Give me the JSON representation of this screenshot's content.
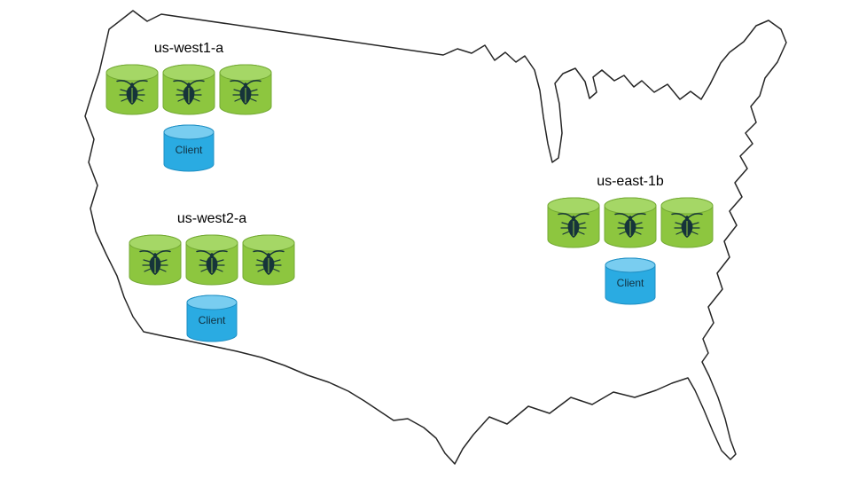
{
  "diagram": {
    "map_name": "united-states-outline",
    "regions": [
      {
        "label": "us-west1-a",
        "node_count": 3,
        "client_label": "Client"
      },
      {
        "label": "us-west2-a",
        "node_count": 3,
        "client_label": "Client"
      },
      {
        "label": "us-east-1b",
        "node_count": 3,
        "client_label": "Client"
      }
    ]
  },
  "icons": {
    "node": "cockroachdb-bug-icon",
    "node_shape": "database-cylinder",
    "client_shape": "database-cylinder"
  },
  "colors": {
    "node_green": "#8dc63f",
    "node_green_top": "#a5d766",
    "node_green_border": "#74aa34",
    "client_blue": "#2aabe2",
    "client_blue_top": "#79cdf0",
    "client_blue_border": "#1e8fc4",
    "bug_dark": "#16343a",
    "map_outline": "#262626",
    "label_text": "#000000",
    "client_text": "#12303f"
  }
}
